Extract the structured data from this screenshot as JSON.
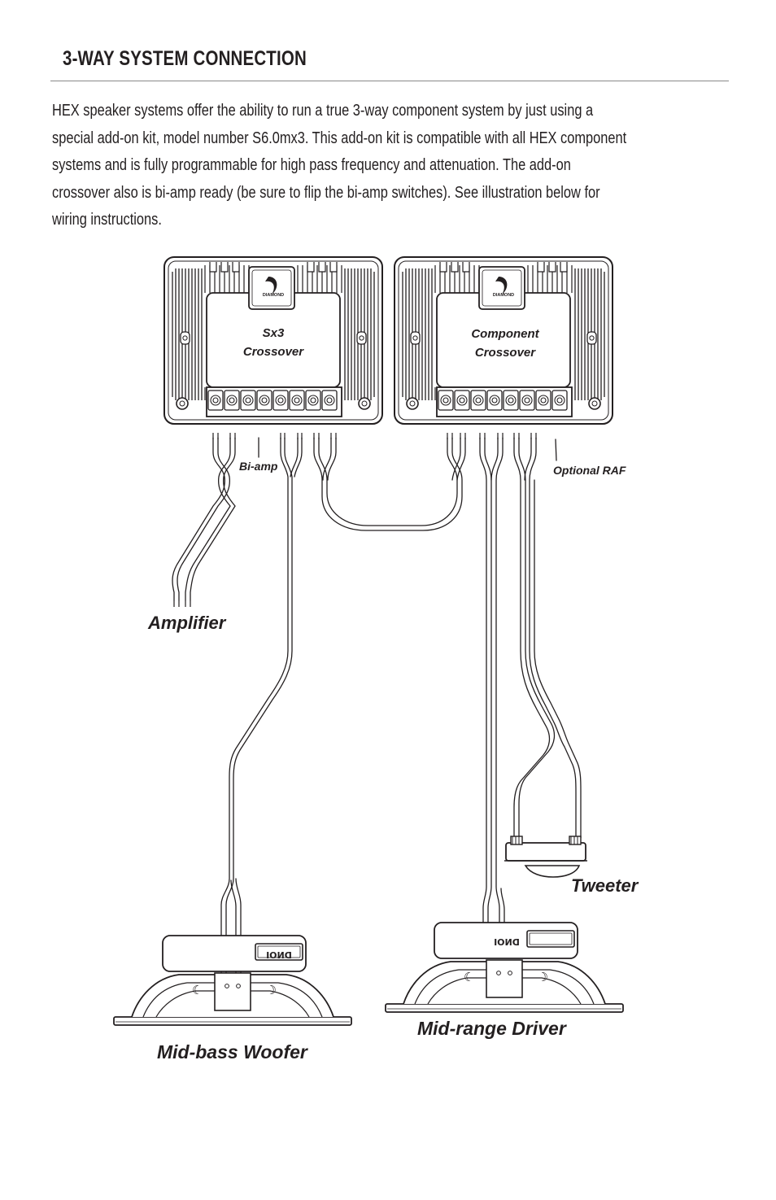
{
  "heading": "3-WAY SYSTEM CONNECTION",
  "intro_lines": [
    "HEX speaker systems offer the ability to run a true 3-way component system by just using a",
    "special add-on kit, model number S6.0mx3.  This add-on kit is compatible with all HEX component",
    "systems and is fully programmable for high pass frequency and attenuation.  The add-on",
    "crossover also is bi-amp ready (be sure to flip the bi-amp switches).  See illustration below for",
    "wiring instructions."
  ],
  "diagram": {
    "left_crossover": {
      "line1": "Sx3",
      "line2": "Crossover",
      "logo": "DIAMOND"
    },
    "right_crossover": {
      "line1": "Component",
      "line2": "Crossover",
      "logo": "DIAMOND"
    },
    "labels": {
      "biamp": "Bi-amp",
      "optional_raf": "Optional RAF",
      "amplifier": "Amplifier",
      "tweeter": "Tweeter",
      "midrange": "Mid-range Driver",
      "midbass": "Mid-bass Woofer"
    },
    "speaker_badge": "DNOI"
  }
}
